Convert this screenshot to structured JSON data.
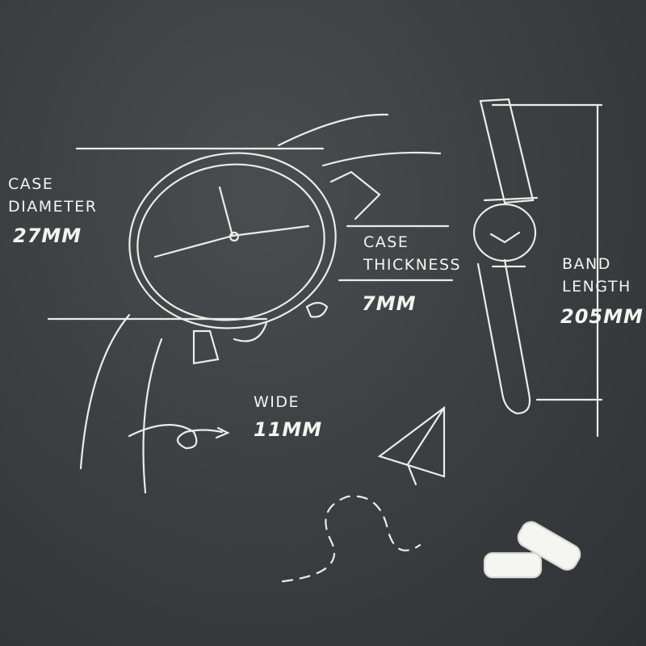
{
  "annotations": {
    "case_diameter": {
      "label_line1": "CASE",
      "label_line2": "DIAMETER",
      "value": "27MM"
    },
    "case_thickness": {
      "label_line1": "CASE",
      "label_line2": "THICKNESS",
      "value": "7MM"
    },
    "band_length": {
      "label_line1": "BAND",
      "label_line2": "LENGTH",
      "value": "205MM"
    },
    "band_width": {
      "label_line1": "WIDE",
      "value": "11MM"
    }
  },
  "colors": {
    "chalkboard": "#3d4043",
    "chalk": "#f2f2ee"
  }
}
